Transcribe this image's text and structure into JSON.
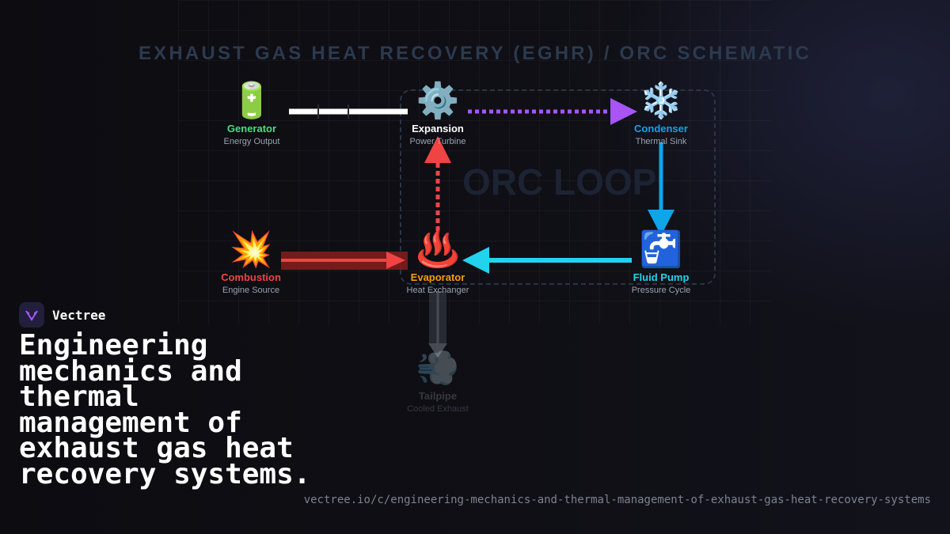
{
  "title": "EXHAUST GAS HEAT RECOVERY (EGHR) / ORC SCHEMATIC",
  "loop_label": "ORC LOOP",
  "nodes": {
    "generator": {
      "icon": "🔋",
      "name": "Generator",
      "sub": "Energy Output",
      "color": "#4ade80"
    },
    "expansion": {
      "icon": "⚙️",
      "name": "Expansion",
      "sub": "Power Turbine",
      "color": "#ffffff"
    },
    "condenser": {
      "icon": "❄️",
      "name": "Condenser",
      "sub": "Thermal Sink",
      "color": "#0ea5e9"
    },
    "combustion": {
      "icon": "💥",
      "name": "Combustion",
      "sub": "Engine Source",
      "color": "#ef4444"
    },
    "evaporator": {
      "icon": "♨️",
      "name": "Evaporator",
      "sub": "Heat Exchanger",
      "color": "#f59e0b"
    },
    "pump": {
      "icon": "🚰",
      "name": "Fluid Pump",
      "sub": "Pressure Cycle",
      "color": "#22d3ee"
    },
    "tailpipe": {
      "icon": "💨",
      "name": "Tailpipe",
      "sub": "Cooled Exhaust",
      "color": "#9ca3af"
    }
  },
  "colors": {
    "exhaust": "#ef4444",
    "vapor": "#ef4444",
    "expanded": "#a855f7",
    "condensate": "#0ea5e9",
    "pumped": "#22d3ee",
    "power": "#ffffff"
  },
  "brand": {
    "name": "Vectree"
  },
  "headline": "Engineering mechanics and thermal management of exhaust gas heat recovery systems.",
  "url": "vectree.io/c/engineering-mechanics-and-thermal-management-of-exhaust-gas-heat-recovery-systems"
}
